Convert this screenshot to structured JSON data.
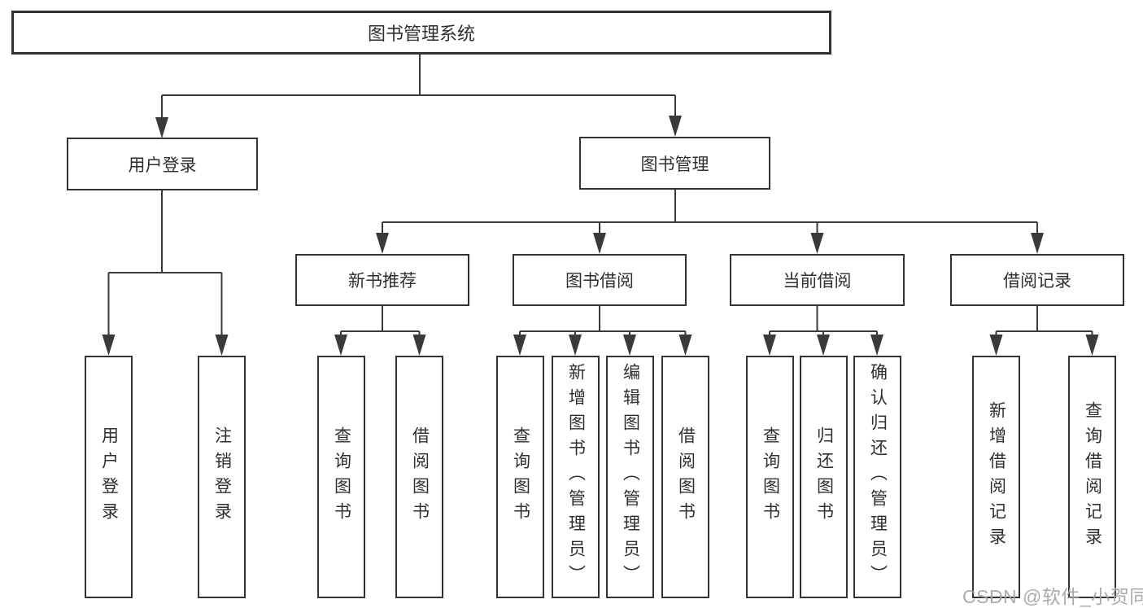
{
  "diagram": {
    "title": "图书管理系统",
    "branches": [
      {
        "label": "用户登录",
        "children": [
          {
            "label": "用户登录"
          },
          {
            "label": "注销登录"
          }
        ]
      },
      {
        "label": "图书管理",
        "children": [
          {
            "label": "新书推荐",
            "children": [
              {
                "label": "查询图书"
              },
              {
                "label": "借阅图书"
              }
            ]
          },
          {
            "label": "图书借阅",
            "children": [
              {
                "label": "查询图书"
              },
              {
                "label": "新增图书（管理员）"
              },
              {
                "label": "编辑图书（管理员）"
              },
              {
                "label": "借阅图书"
              }
            ]
          },
          {
            "label": "当前借阅",
            "children": [
              {
                "label": "查询图书"
              },
              {
                "label": "归还图书"
              },
              {
                "label": "确认归还（管理员）"
              }
            ]
          },
          {
            "label": "借阅记录",
            "children": [
              {
                "label": "新增借阅记录"
              },
              {
                "label": "查询借阅记录"
              }
            ]
          }
        ]
      }
    ],
    "watermark": "CSDN @软件_小贺同学"
  },
  "colors": {
    "line": "#3a3a3a",
    "box_border": "#333333",
    "box_fill": "#ffffff",
    "text": "#2f2f2f",
    "watermark": "#a2a2a2"
  }
}
